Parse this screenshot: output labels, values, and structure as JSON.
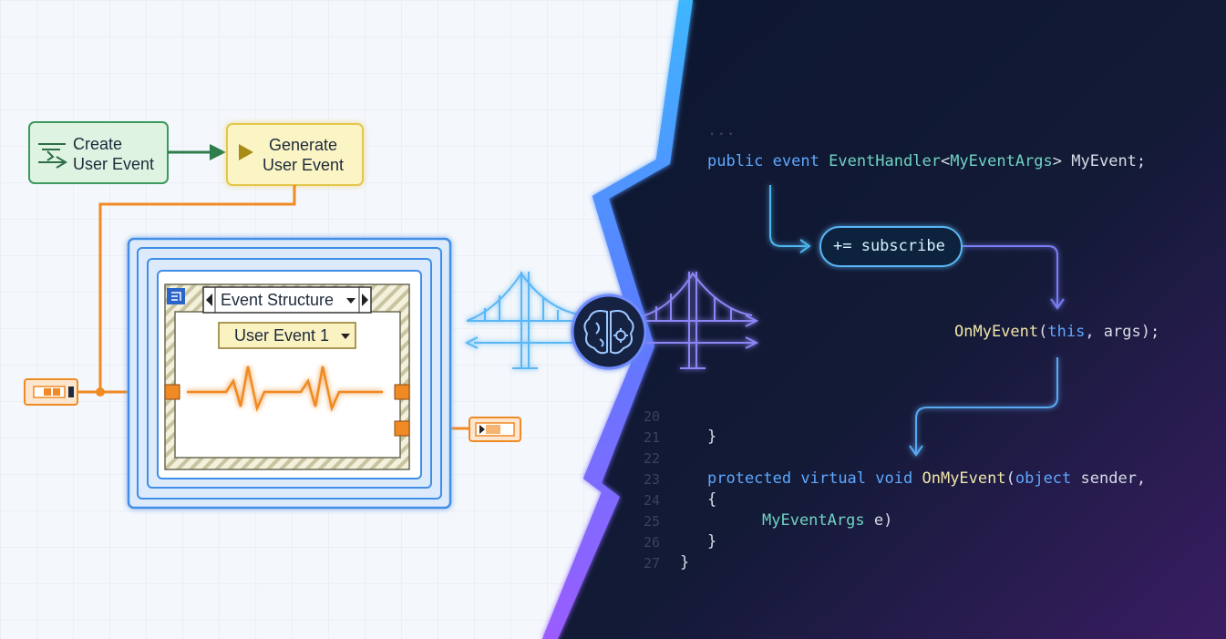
{
  "left": {
    "create_node": {
      "line1": "Create",
      "line2": "User Event",
      "icon": "event-create-icon"
    },
    "generate_node": {
      "line1": "Generate",
      "line2": "User Event",
      "icon": "play-triangle-icon"
    },
    "event_structure": {
      "title": "Event Structure",
      "case": "User Event 1"
    }
  },
  "bridge": {
    "icon": "brain-gear-icon"
  },
  "right": {
    "ellipsis": "...",
    "line_public": {
      "kw1": "public",
      "kw2": "event",
      "type": "EventHandler",
      "lt": "<",
      "arg": "MyEventArgs",
      "gt": ">",
      "name": " MyEvent;"
    },
    "subscribe": "+= subscribe",
    "invoke": {
      "fn": "OnMyEvent",
      "open": "(",
      "kw": "this",
      "rest": ", args);"
    },
    "line_numbers": [
      "20",
      "21",
      "22",
      "23",
      "24",
      "25",
      "26",
      "27"
    ],
    "close1": "}",
    "protected_line": {
      "kw1": "protected",
      "kw2": "virtual",
      "kw3": "void",
      "fn": "OnMyEvent",
      "open": "(",
      "kw4": "object",
      "rest": " sender,"
    },
    "open_brace": "{",
    "args_line": {
      "type": "MyEventArgs",
      "rest": " e)"
    },
    "close2": "}",
    "close3": "}"
  },
  "colors": {
    "orange": "#f08a24",
    "blue": "#3f8ee6",
    "green": "#3c9a5c",
    "yellow": "#e9d66b",
    "purple": "#8f5cf0"
  }
}
